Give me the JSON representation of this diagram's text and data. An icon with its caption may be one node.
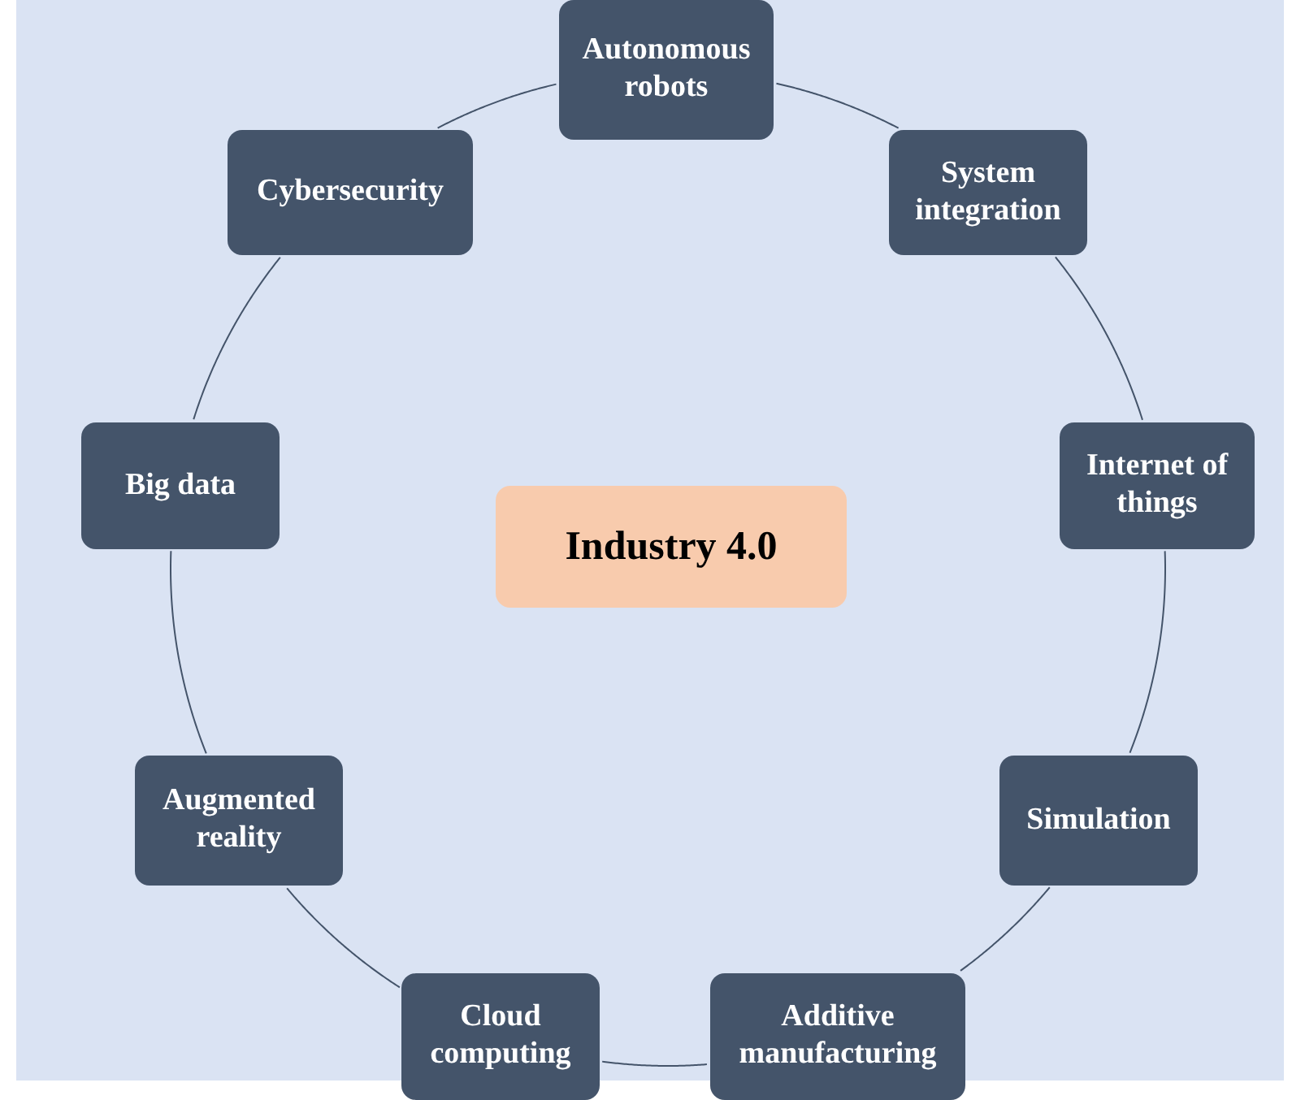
{
  "diagram": {
    "nodes": [
      {
        "text": [
          "Industry 4.0"
        ]
      },
      {
        "text": [
          "Autonomous robots"
        ]
      },
      {
        "text": [
          "System integration"
        ]
      },
      {
        "text": [
          "Internet of things"
        ]
      },
      {
        "text": [
          "Simulation"
        ]
      },
      {
        "text": [
          "Additive manufacturing"
        ]
      },
      {
        "text": [
          "Cloud computing"
        ]
      },
      {
        "text": [
          "Augmented reality"
        ]
      },
      {
        "text": [
          "Big data"
        ]
      },
      {
        "text": [
          "Cybersecurity"
        ]
      }
    ],
    "edges": [
      {
        "from": 1,
        "to": 2,
        "arrow": "none"
      },
      {
        "from": 2,
        "to": 3,
        "arrow": "none"
      },
      {
        "from": 3,
        "to": 4,
        "arrow": "none"
      },
      {
        "from": 4,
        "to": 5,
        "arrow": "none"
      },
      {
        "from": 5,
        "to": 6,
        "arrow": "none"
      },
      {
        "from": 6,
        "to": 7,
        "arrow": "none"
      },
      {
        "from": 7,
        "to": 8,
        "arrow": "none"
      },
      {
        "from": 8,
        "to": 9,
        "arrow": "none"
      },
      {
        "from": 9,
        "to": 1,
        "arrow": "none"
      }
    ]
  }
}
